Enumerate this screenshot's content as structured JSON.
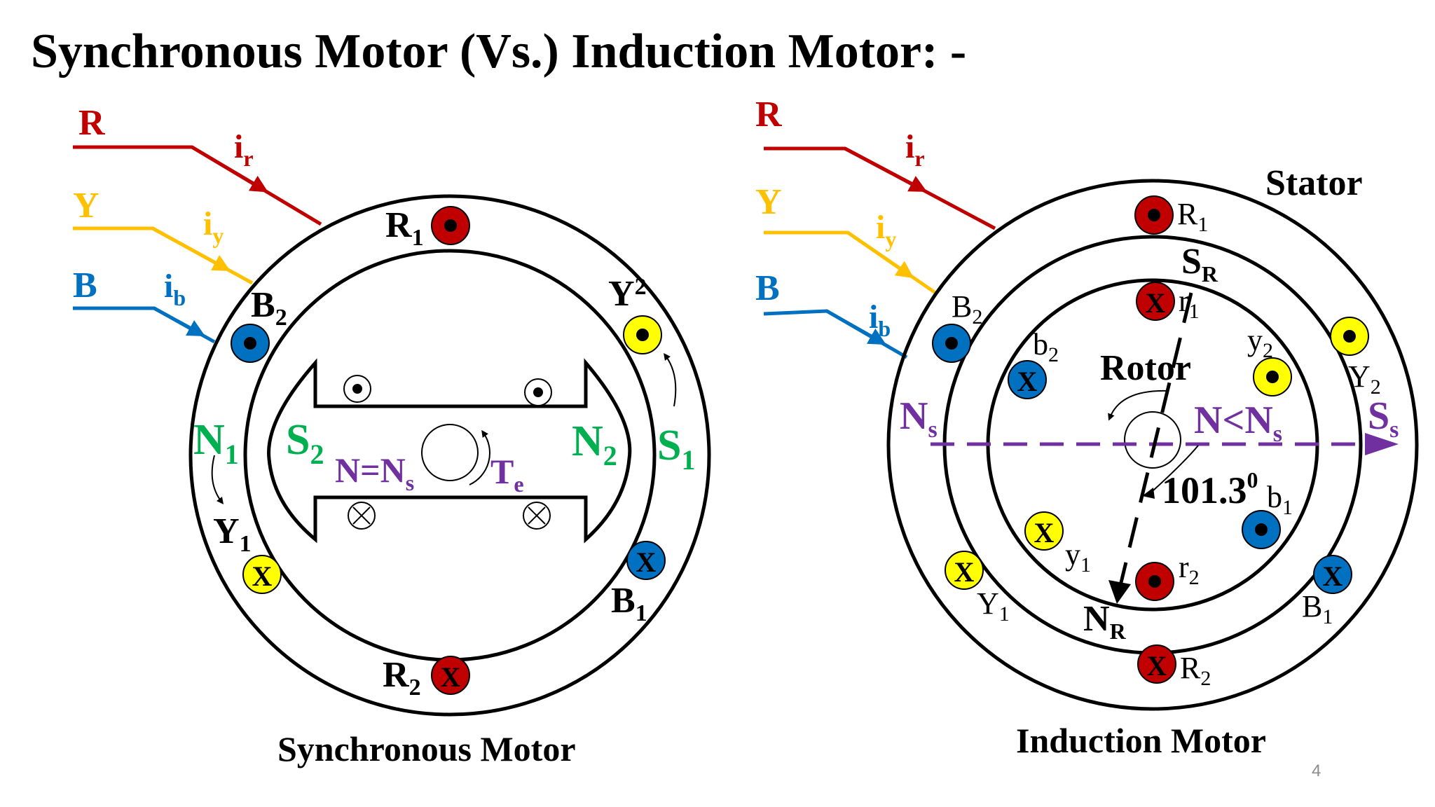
{
  "title": "Synchronous Motor (Vs.) Induction Motor: -",
  "page_number": "4",
  "colors": {
    "R": "#c00000",
    "Y": "#ffc000",
    "B": "#0070c0",
    "N_S_labels": "#00b050",
    "rotor_labels": "#7030a0"
  },
  "sync": {
    "caption": "Synchronous Motor",
    "line_R": "R",
    "line_Y": "Y",
    "line_B": "B",
    "cur_r": "i",
    "cur_r_sub": "r",
    "cur_y": "i",
    "cur_y_sub": "y",
    "cur_b": "i",
    "cur_b_sub": "b",
    "R1": "R",
    "R1_sub": "1",
    "R2": "R",
    "R2_sub": "2",
    "Y1": "Y",
    "Y1_sub": "1",
    "Y2": "Y",
    "Y2_sub": "2",
    "B1": "B",
    "B1_sub": "1",
    "B2": "B",
    "B2_sub": "2",
    "N1": "N",
    "N1_sub": "1",
    "S1": "S",
    "S1_sub": "1",
    "N2": "N",
    "N2_sub": "2",
    "S2": "S",
    "S2_sub": "2",
    "speed": "N=N",
    "speed_sub": "s",
    "torque": "T",
    "torque_sub": "e",
    "x_mark": "X"
  },
  "ind": {
    "caption": "Induction Motor",
    "stator": "Stator",
    "rotor": "Rotor",
    "line_R": "R",
    "line_Y": "Y",
    "line_B": "B",
    "cur_r": "i",
    "cur_r_sub": "r",
    "cur_y": "i",
    "cur_y_sub": "y",
    "cur_b": "i",
    "cur_b_sub": "b",
    "R1": "R",
    "R1_sub": "1",
    "R2": "R",
    "R2_sub": "2",
    "Y1": "Y",
    "Y1_sub": "1",
    "Y2": "Y",
    "Y2_sub": "2",
    "B1": "B",
    "B1_sub": "1",
    "B2": "B",
    "B2_sub": "2",
    "r1": "r",
    "r1_sub": "1",
    "r2": "r",
    "r2_sub": "2",
    "y1": "y",
    "y1_sub": "1",
    "y2": "y",
    "y2_sub": "2",
    "b1": "b",
    "b1_sub": "1",
    "b2": "b",
    "b2_sub": "2",
    "Ns": "N",
    "Ns_sub": "s",
    "Ss": "S",
    "Ss_sub": "s",
    "SR": "S",
    "SR_sub": "R",
    "NR": "N",
    "NR_sub": "R",
    "speed": "N<N",
    "speed_sub": "s",
    "angle": "101.3",
    "angle_sup": "0",
    "x_mark": "X"
  }
}
